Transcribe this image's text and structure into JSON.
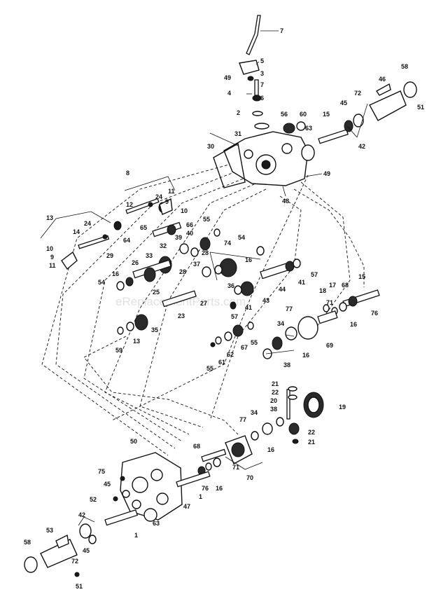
{
  "watermark": "eReplacementParts.com",
  "callouts": {
    "c7a": "7",
    "c5": "5",
    "c49a": "49",
    "c3": "3",
    "c7b": "7",
    "c4": "4",
    "c6": "6",
    "c2": "2",
    "c56": "56",
    "c60": "60",
    "c31": "31",
    "c63a": "63",
    "c15a": "15",
    "c45a": "45",
    "c72a": "72",
    "c46": "46",
    "c58a": "58",
    "c51a": "51",
    "c42a": "42",
    "c30": "30",
    "c49b": "49",
    "c48": "48",
    "c8": "8",
    "c11a": "11",
    "c24a": "24",
    "c9a": "9",
    "c10a": "10",
    "c12": "12",
    "c13": "13",
    "c24b": "24",
    "c14": "14",
    "c10b": "10",
    "c9b": "9",
    "c11b": "11",
    "c29": "29",
    "c65": "65",
    "c66": "66",
    "c55a": "55",
    "c64": "64",
    "c40": "40",
    "c32": "32",
    "c39": "39",
    "c74": "74",
    "c54a": "54",
    "c28a": "28",
    "c33": "33",
    "c26": "26",
    "c28b": "28",
    "c37": "37",
    "c16a": "16",
    "c57a": "57",
    "c16b": "16",
    "c54b": "54",
    "c36": "36",
    "c41a": "41",
    "c44": "44",
    "c18": "18",
    "c17": "17",
    "c68a": "68",
    "c15b": "15",
    "c25": "25",
    "c27": "27",
    "c41b": "41",
    "c43": "43",
    "c71a": "71",
    "c76a": "76",
    "c23": "23",
    "c77a": "77",
    "c57b": "57",
    "c16c": "16",
    "c35": "35",
    "c13b": "13",
    "c59": "59",
    "c55b": "55",
    "c34a": "34",
    "c67": "67",
    "c62": "62",
    "c61": "61",
    "c55c": "55",
    "c16d": "16",
    "c69": "69",
    "c38a": "38",
    "c21a": "21",
    "c22a": "22",
    "c20": "20",
    "c38b": "38",
    "c19": "19",
    "c77b": "77",
    "c34b": "34",
    "c22b": "22",
    "c21b": "21",
    "c16e": "16",
    "c50": "50",
    "c68b": "68",
    "c71b": "71",
    "c70": "70",
    "c75": "75",
    "c76b": "76",
    "c16f": "16",
    "c45b": "45",
    "c52": "52",
    "c1a": "1",
    "c47": "47",
    "c42b": "42",
    "c63b": "63",
    "c1b": "1",
    "c53": "53",
    "c45c": "45",
    "c58b": "58",
    "c72b": "72",
    "c51b": "51"
  }
}
